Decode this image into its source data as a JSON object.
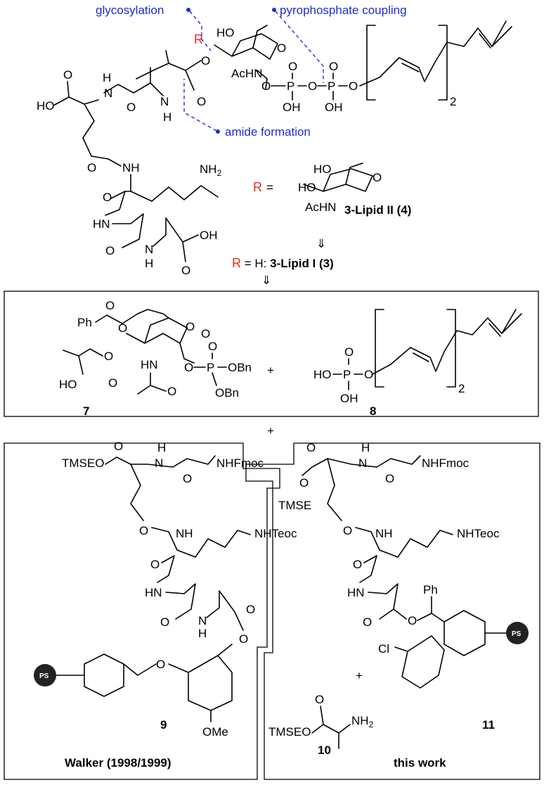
{
  "annotations": {
    "glycosylation": "glycosylation",
    "pyrophosphate": "pyrophosphate coupling",
    "amide": "amide formation"
  },
  "atoms": {
    "R": "R",
    "HO": "HO",
    "OH": "OH",
    "O": "O",
    "P": "P",
    "H": "H",
    "NH": "NH",
    "HN": "HN",
    "N": "N",
    "NH2": "NH",
    "sub2": "2",
    "AcHN": "AcHN",
    "Ph": "Ph",
    "OBn": "OBn",
    "OMe": "OMe",
    "Cl": "Cl",
    "TMSEO": "TMSEO",
    "TMSE": "TMSE",
    "NHFmoc": "NHFmoc",
    "NHTeoc": "NHTeoc",
    "PS": "PS",
    "repeat": "2"
  },
  "r_definitions": {
    "r_eq": "R =",
    "lipid2": "3-Lipid II (4)",
    "r_h": "R = H: ",
    "lipid1": "3-Lipid I (3)"
  },
  "compounds": {
    "c7": "7",
    "c8": "8",
    "c9": "9",
    "c10": "10",
    "c11": "11"
  },
  "operators": {
    "plus_top": "+",
    "plus_mid": "+",
    "plus_low": "+",
    "retro1": "⇓",
    "retro2": "⇓"
  },
  "captions": {
    "walker": "Walker (1998/1999)",
    "thiswork": "this work"
  },
  "colors": {
    "annotation": "#1f2bd6",
    "r_group": "#e8281e"
  }
}
